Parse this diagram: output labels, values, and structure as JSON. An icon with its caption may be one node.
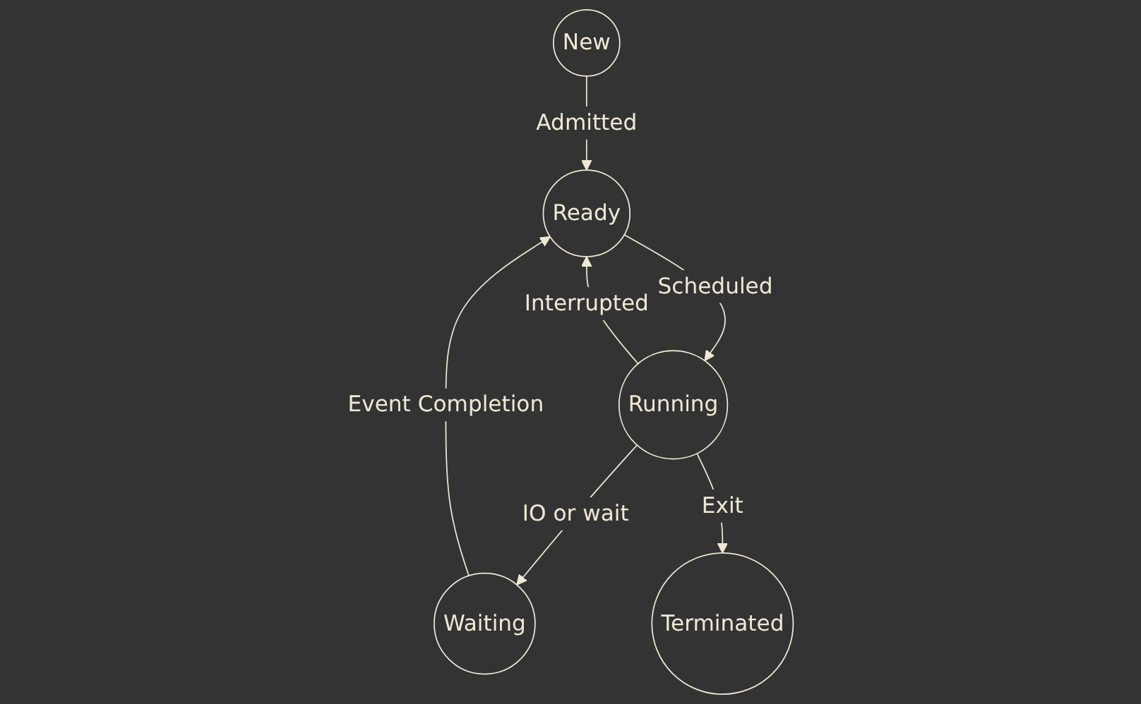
{
  "diagram": {
    "nodes": [
      {
        "text": [
          "New"
        ]
      },
      {
        "text": [
          "Ready"
        ]
      },
      {
        "text": [
          "Running"
        ]
      },
      {
        "text": [
          "Waiting"
        ]
      },
      {
        "text": [
          "Terminated"
        ]
      }
    ],
    "edges": [
      {
        "from": 0,
        "to": 1,
        "arrow": "to",
        "label": "Admitted"
      },
      {
        "from": 1,
        "to": 2,
        "arrow": "to",
        "label": "Scheduled"
      },
      {
        "from": 2,
        "to": 1,
        "arrow": "to",
        "label": "Interrupted"
      },
      {
        "from": 2,
        "to": 3,
        "arrow": "to",
        "label": "IO or wait"
      },
      {
        "from": 2,
        "to": 4,
        "arrow": "to",
        "label": "Exit"
      },
      {
        "from": 3,
        "to": 1,
        "arrow": "to",
        "label": "Event Completion"
      }
    ]
  }
}
